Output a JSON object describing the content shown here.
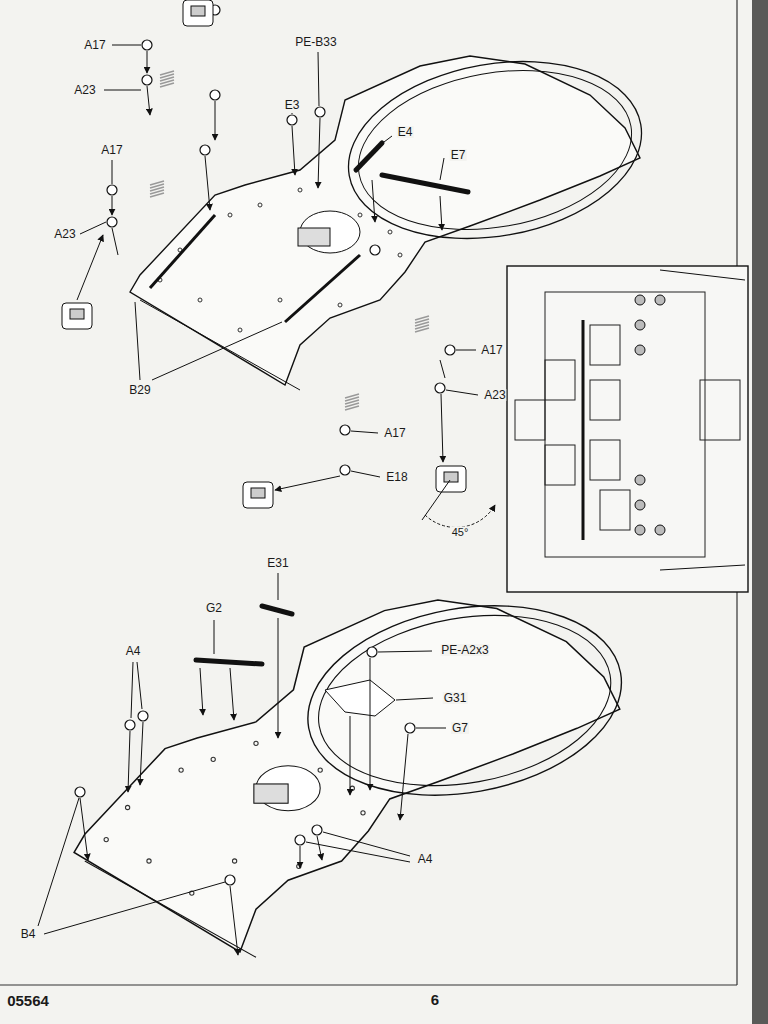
{
  "diagram": {
    "labels": [
      "A17",
      "PE-B33",
      "A23",
      "E3",
      "E4",
      "E7",
      "A17",
      "A23",
      "B29",
      "A17",
      "A23",
      "A17",
      "E18",
      "45°",
      "E31",
      "G2",
      "A4",
      "PE-A2x3",
      "G31",
      "G7",
      "A4",
      "B4",
      "05564",
      "6"
    ]
  }
}
